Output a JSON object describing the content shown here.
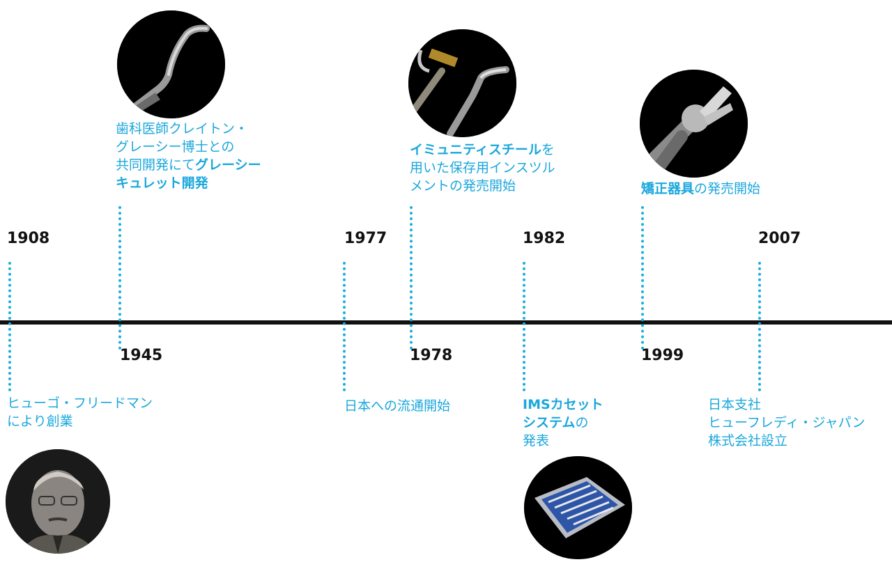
{
  "events": [
    {
      "year": "1908",
      "lines": [
        [
          "ヒューゴ・フリードマン"
        ],
        [
          "により創業"
        ]
      ]
    },
    {
      "year": "1945",
      "lines": [
        [
          "歯科医師クレイトン・"
        ],
        [
          "グレーシー博士との"
        ],
        [
          "共同開発にて",
          "グレーシー"
        ],
        [
          "キュレット開発"
        ]
      ],
      "bold": [
        [
          false
        ],
        [
          false
        ],
        [
          false,
          true
        ],
        [
          true
        ]
      ]
    },
    {
      "year": "1977",
      "lines": [
        [
          "日本への流通開始"
        ]
      ]
    },
    {
      "year": "1978",
      "lines": [
        [
          "イミュニティスチール",
          "を"
        ],
        [
          "用いた保存用インスツル"
        ],
        [
          "メントの発売開始"
        ]
      ],
      "bold": [
        [
          true,
          false
        ],
        [
          false
        ],
        [
          false
        ]
      ]
    },
    {
      "year": "1982",
      "lines": [
        [
          "IMSカセット"
        ],
        [
          "システム",
          "の"
        ],
        [
          "発表"
        ]
      ],
      "bold": [
        [
          true
        ],
        [
          true,
          false
        ],
        [
          false
        ]
      ]
    },
    {
      "year": "1999",
      "lines": [
        [
          "矯正器具",
          "の発売開始"
        ]
      ],
      "bold": [
        [
          true,
          false
        ]
      ]
    },
    {
      "year": "2007",
      "lines": [
        [
          "日本支社"
        ],
        [
          "ヒューフレディ・ジャパン"
        ],
        [
          "株式会社設立"
        ]
      ]
    }
  ],
  "colors": {
    "accent": "#1aa7dc",
    "line": "#111111",
    "text": "#111111"
  },
  "images": [
    "founder-portrait",
    "gracey-curette-tip",
    "immunity-steel-instruments",
    "ims-cassette-tray",
    "orthodontic-pliers"
  ]
}
